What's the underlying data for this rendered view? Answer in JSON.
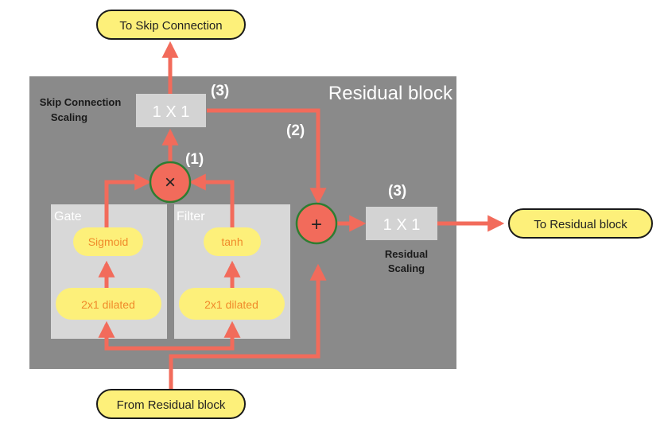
{
  "block_title": "Residual block",
  "io": {
    "skip_out": "To Skip Connection",
    "residual_out": "To Residual block",
    "residual_in": "From Residual block"
  },
  "gate": {
    "title": "Gate",
    "activation": "Sigmoid",
    "conv": "2x1 dilated"
  },
  "filter": {
    "title": "Filter",
    "activation": "tanh",
    "conv": "2x1 dilated"
  },
  "ops": {
    "multiply": "×",
    "add": "+"
  },
  "skip_conv": {
    "label": "1 X 1",
    "caption_line1": "Skip Connection",
    "caption_line2": "Scaling"
  },
  "residual_conv": {
    "label": "1 X 1",
    "caption_line1": "Residual",
    "caption_line2": "Scaling"
  },
  "markers": {
    "step1": "(1)",
    "step2": "(2)",
    "step3_skip": "(3)",
    "step3_residual": "(3)"
  },
  "colors": {
    "block_bg": "#8a8a8a",
    "panel_bg": "#d8d8d8",
    "arrow": "#f26b5b",
    "pill": "#fdf07a",
    "op_ring": "#2e7d32"
  }
}
